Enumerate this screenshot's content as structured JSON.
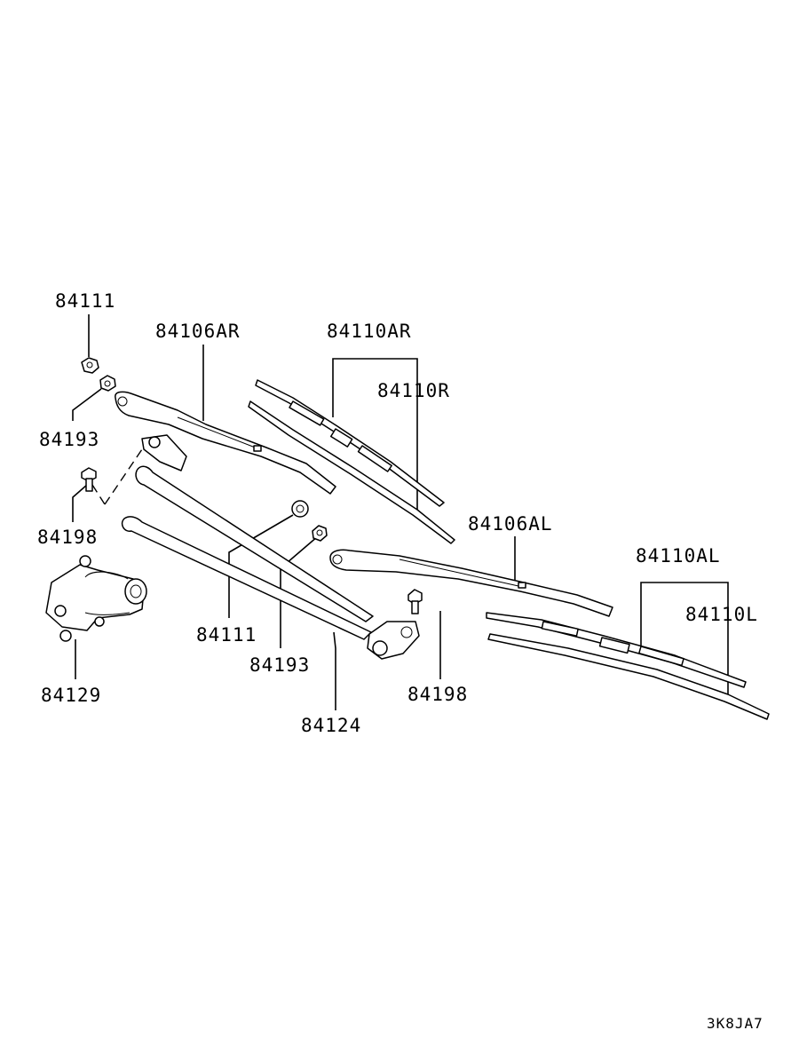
{
  "labels": {
    "p84111_top": "84111",
    "p84106AR": "84106AR",
    "p84110AR": "84110AR",
    "p84110R": "84110R",
    "p84193_left": "84193",
    "p84198_left": "84198",
    "p84106AL": "84106AL",
    "p84110AL": "84110AL",
    "p84110L": "84110L",
    "p84111_mid": "84111",
    "p84193_mid": "84193",
    "p84198_right": "84198",
    "p84129": "84129",
    "p84124": "84124"
  },
  "diagram_code": "3K8JA7"
}
